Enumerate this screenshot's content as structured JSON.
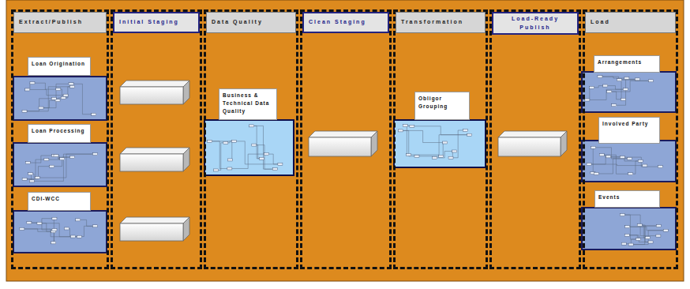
{
  "diagram": {
    "nodes": [
      {
        "text": [
          "Extract/Publish"
        ]
      },
      {
        "text": [
          "Loan Origination"
        ],
        "in": 0
      },
      {
        "text": [
          "Loan Processing"
        ],
        "in": 0
      },
      {
        "text": [
          "CDI-WCC"
        ],
        "in": 0
      },
      {
        "text": [
          "Initial Staging"
        ]
      },
      {
        "text": [
          "Data Quality"
        ]
      },
      {
        "text": [
          "Business & Technical Data Quality"
        ],
        "in": 5
      },
      {
        "text": [
          "Clean Staging"
        ]
      },
      {
        "text": [
          "Transformation"
        ]
      },
      {
        "text": [
          "Obligor Grouping"
        ],
        "in": 8
      },
      {
        "text": [
          "Load-Ready Publish"
        ]
      },
      {
        "text": [
          "Load"
        ]
      },
      {
        "text": [
          "Arrangements"
        ],
        "in": 11
      },
      {
        "text": [
          "Involved Party"
        ],
        "in": 11
      },
      {
        "text": [
          "Events"
        ],
        "in": 11
      }
    ]
  }
}
